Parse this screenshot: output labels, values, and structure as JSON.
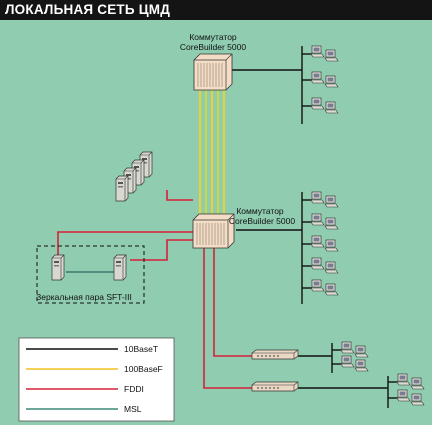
{
  "title": "ЛОКАЛЬНАЯ СЕТЬ ЦМД",
  "devices": {
    "switch_top": {
      "line1": "Коммутатор",
      "line2": "CoreBuilder 5000"
    },
    "switch_mid": {
      "line1": "Коммутатор",
      "line2": "CoreBuilder 5000"
    },
    "mirror_pair": {
      "label": "Зеркальная пара SFT-III"
    }
  },
  "legend": [
    {
      "label": "10BaseT",
      "color": "#111111"
    },
    {
      "label": "100BaseF",
      "color": "#f0c020"
    },
    {
      "label": "FDDI",
      "color": "#d8203a"
    },
    {
      "label": "MSL",
      "color": "#3d8a78"
    }
  ],
  "colors": {
    "background": "#8fccb0",
    "switch_body": "#f4ddc6",
    "title_bar": "#141414"
  }
}
